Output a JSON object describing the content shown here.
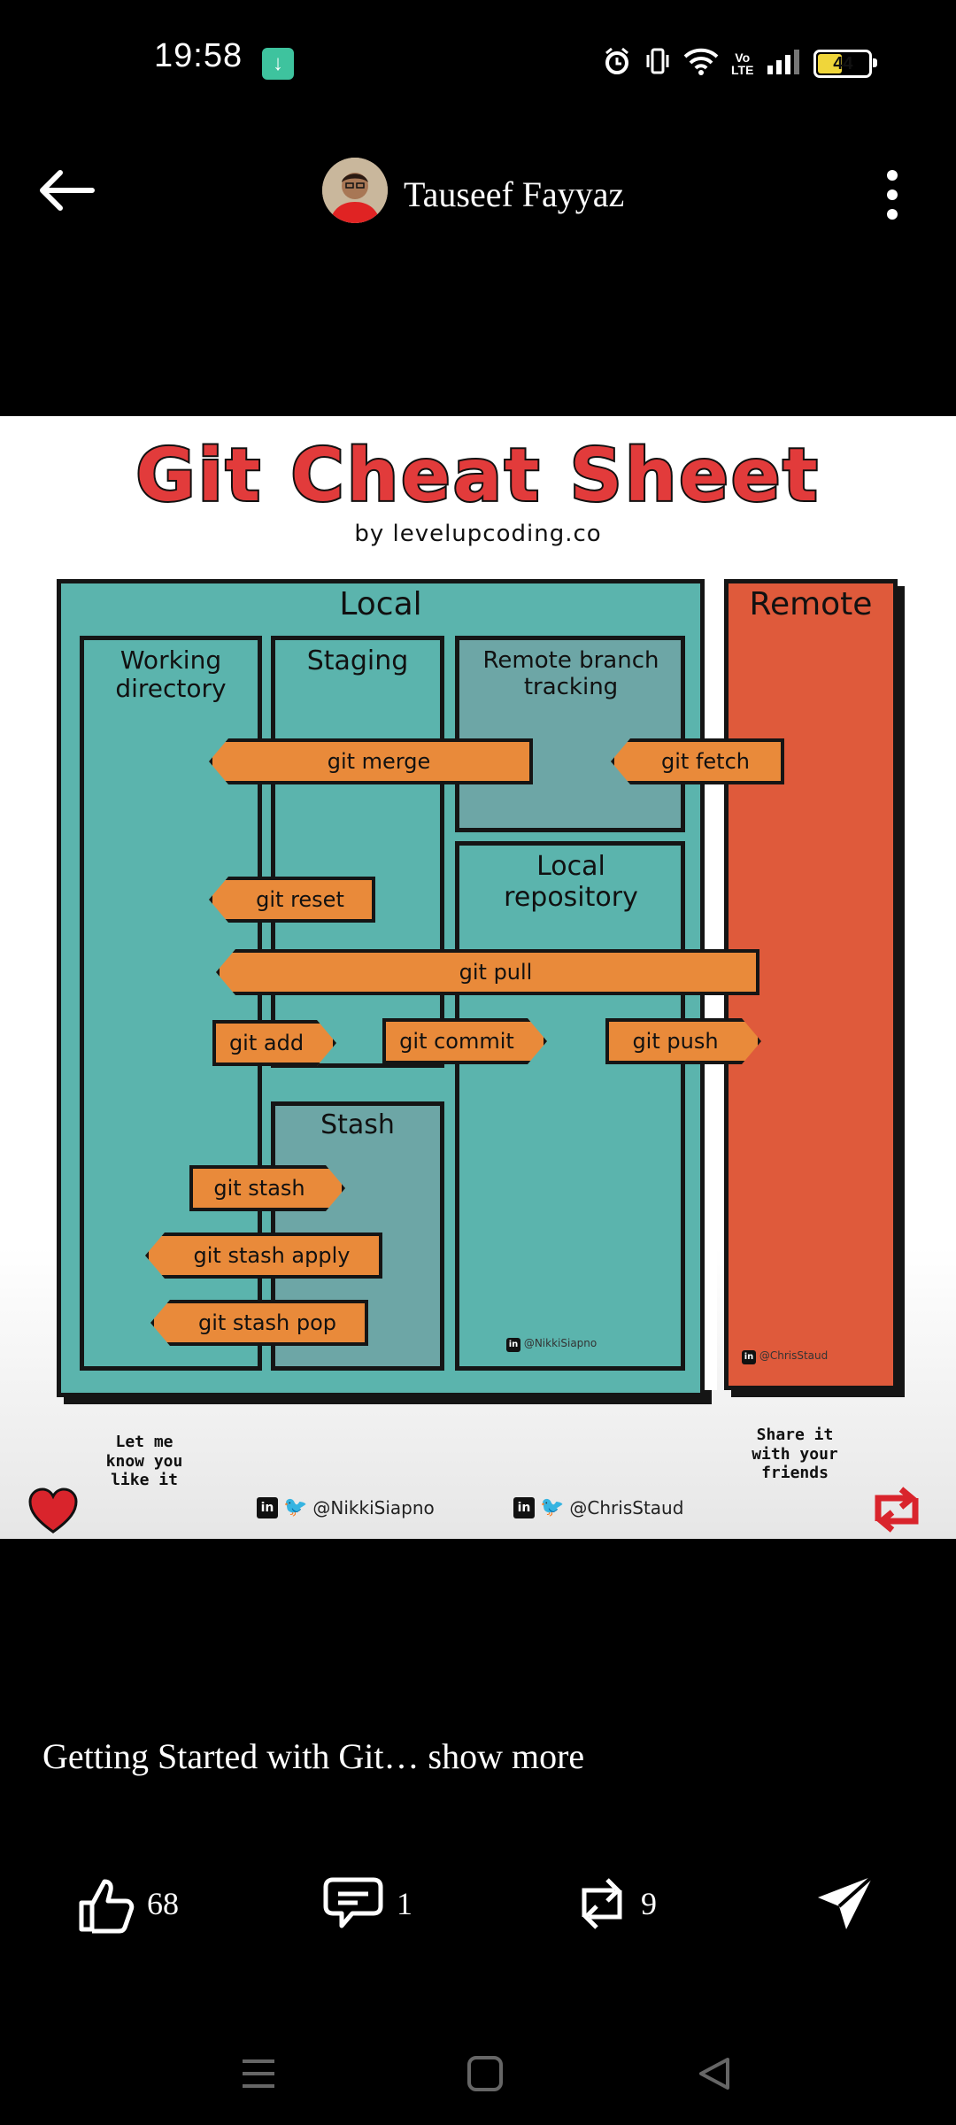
{
  "status_bar": {
    "time": "19:58",
    "download_icon": "download-icon",
    "battery_level": "44",
    "icons": [
      "alarm-icon",
      "vibrate-icon",
      "wifi-icon",
      "volte-icon",
      "signal-icon",
      "battery-icon"
    ]
  },
  "header": {
    "author_name": "Tauseef Fayyaz",
    "back_icon": "back-arrow-icon",
    "more_icon": "more-vertical-icon"
  },
  "post_image": {
    "title": "Git Cheat Sheet",
    "subtitle": "by levelupcoding.co",
    "areas": {
      "local": "Local",
      "remote": "Remote",
      "working_directory": "Working directory",
      "staging": "Staging",
      "remote_branch_tracking": "Remote branch tracking",
      "local_repository": "Local repository",
      "stash": "Stash"
    },
    "commands": {
      "git_merge": "git merge",
      "git_fetch": "git fetch",
      "git_reset": "git reset",
      "git_pull": "git pull",
      "git_add": "git add",
      "git_commit": "git commit",
      "git_push": "git push",
      "git_stash": "git stash",
      "git_stash_apply": "git stash apply",
      "git_stash_pop": "git stash pop"
    },
    "inner_credits": {
      "left": "@NikkiSiapno",
      "right": "@ChrisStaud"
    },
    "footer": {
      "like_note": "Let me know you like it",
      "share_note": "Share it with your friends",
      "credit_1": "@NikkiSiapno",
      "credit_2": "@ChrisStaud",
      "linkedin_badge": "in"
    },
    "colors": {
      "title_red": "#e23b3b",
      "local_teal": "#5bb4ad",
      "remote_red": "#df5a3b",
      "command_orange": "#e98a3a"
    }
  },
  "caption": {
    "text": "Getting Started with Git…",
    "more": " show more"
  },
  "actions": {
    "like_count": "68",
    "comment_count": "1",
    "repost_count": "9"
  },
  "nav_bar": {
    "icons": [
      "menu-icon",
      "home-square-icon",
      "back-triangle-icon"
    ]
  }
}
